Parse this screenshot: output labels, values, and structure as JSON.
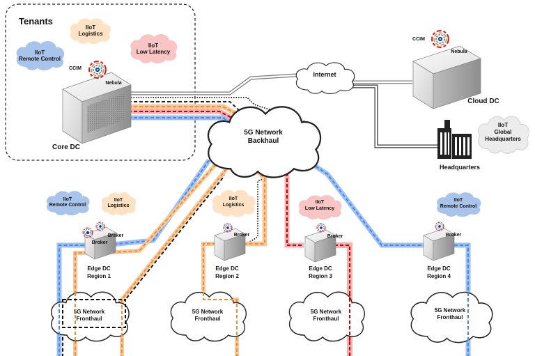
{
  "tenants_box": {
    "title": "Tenants"
  },
  "tenants": {
    "remote_control": {
      "line1": "IIoT",
      "line2": "Remote Control",
      "color": "#a9c4eb"
    },
    "logistics": {
      "line1": "IIoT",
      "line2": "Logistics",
      "color": "#fde2c4"
    },
    "low_latency": {
      "line1": "IIoT",
      "line2": "Low Latency",
      "color": "#f8c4c4"
    },
    "global_hq": {
      "line1": "IIoT",
      "line2": "Global",
      "line3": "Headquarters",
      "color": "#ececec"
    }
  },
  "core_dc": {
    "label": "Core DC",
    "ccim": "CCIM",
    "nebula": "Nebula"
  },
  "cloud_dc": {
    "label": "Cloud DC",
    "ccim": "CCIM",
    "nebula": "Nebula"
  },
  "internet": {
    "label": "Internet"
  },
  "backhaul": {
    "line1": "5G Network",
    "line2": "Backhaul"
  },
  "headquarters": {
    "label": "Headquarters"
  },
  "edges": [
    {
      "line1": "Edge DC",
      "line2": "Region 1",
      "broker": "Broker",
      "tenants": [
        {
          "line1": "IIoT",
          "line2": "Remote Control"
        },
        {
          "line1": "IIoT",
          "line2": "Logistics"
        }
      ],
      "fronthaul": {
        "line1": "5G Network",
        "line2": "Fronthaul"
      }
    },
    {
      "line1": "Edge DC",
      "line2": "Region 2",
      "broker": "Broker",
      "tenants": [
        {
          "line1": "IIoT",
          "line2": "Logistics"
        }
      ],
      "fronthaul": {
        "line1": "5G Network",
        "line2": "Fronthaul"
      }
    },
    {
      "line1": "Edge DC",
      "line2": "Region 3",
      "broker": "Broker",
      "tenants": [
        {
          "line1": "IIoT",
          "line2": "Low Latency"
        }
      ],
      "fronthaul": {
        "line1": "5G Network",
        "line2": "Fronthaul"
      }
    },
    {
      "line1": "Edge DC",
      "line2": "Region 4",
      "broker": "Broker",
      "tenants": [
        {
          "line1": "IIoT",
          "line2": "Remote Control"
        }
      ],
      "fronthaul": {
        "line1": "5G Network",
        "line2": "Fronthaul"
      }
    }
  ],
  "colors": {
    "remote_control": "#4a86e8",
    "logistics": "#e69138",
    "low_latency": "#cc0000",
    "headquarters": "#333333"
  }
}
